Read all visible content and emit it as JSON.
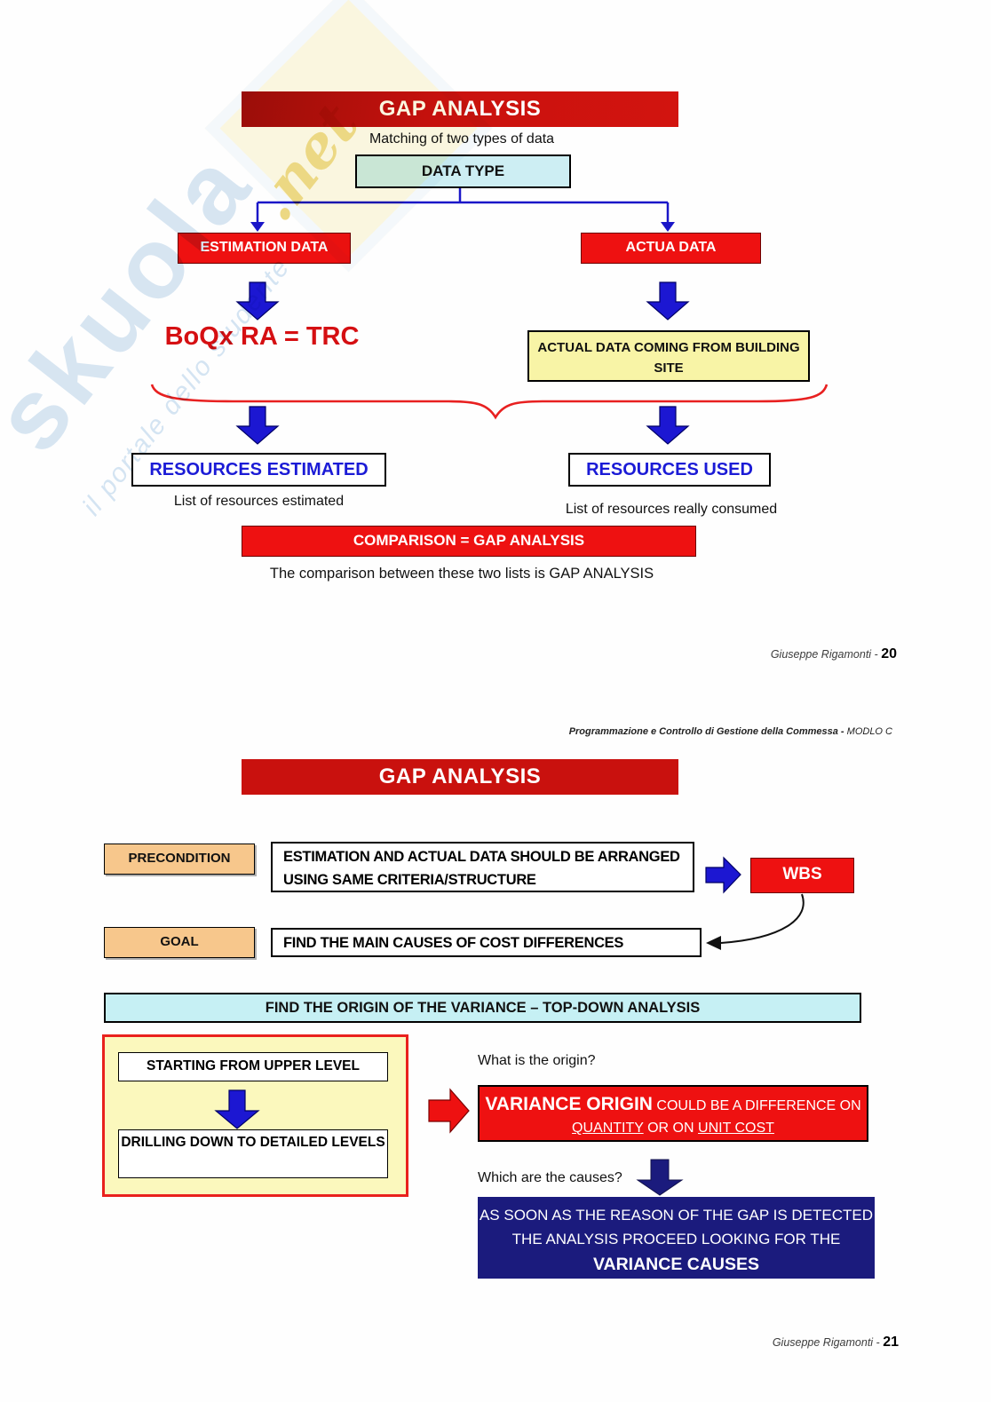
{
  "watermark": {
    "brand": "skuola",
    "tld": ".net",
    "tagline": "il portale dello studente"
  },
  "slide1": {
    "title": "GAP ANALYSIS",
    "subtitle": "Matching of two types of data",
    "data_type_label": "DATA TYPE",
    "estimation_label": "ESTIMATION DATA",
    "actual_label": "ACTUA DATA",
    "formula": "BoQx RA = TRC",
    "actual_source": "ACTUAL DATA COMING FROM BUILDING SITE",
    "resources_estimated": "RESOURCES ESTIMATED",
    "resources_used": "RESOURCES  USED",
    "list_estimated": "List of resources estimated",
    "list_consumed": "List of resources really consumed",
    "comparison": "COMPARISON = GAP ANALYSIS",
    "comparison_note": "The comparison between these two lists is GAP ANALYSIS",
    "footer_author": "Giuseppe Rigamonti -",
    "footer_page": "20"
  },
  "slide2": {
    "course_header": "Programmazione e Controllo di Gestione della Commessa -",
    "course_module": "MODLO C",
    "title": "GAP ANALYSIS",
    "precondition_label": "PRECONDITION",
    "precondition_text": "ESTIMATION AND ACTUAL DATA SHOULD BE ARRANGED USING SAME CRITERIA/STRUCTURE",
    "wbs_label": "WBS",
    "goal_label": "GOAL",
    "goal_text": "FIND THE MAIN CAUSES OF COST DIFFERENCES",
    "origin_banner": "FIND THE ORIGIN OF THE VARIANCE – TOP-DOWN ANALYSIS",
    "starting_label": "STARTING FROM UPPER LEVEL",
    "drilling_label": "DRILLING DOWN TO DETAILED LEVELS",
    "origin_question": "What is the origin?",
    "variance_origin_strong": "VARIANCE ORIGIN",
    "variance_origin_t1": "COULD BE A DIFFERENCE ON",
    "variance_origin_u1": "QUANTITY",
    "variance_origin_t2": "OR ON",
    "variance_origin_u2": "UNIT COST",
    "causes_question": "Which are the causes?",
    "causes_text": "AS SOON AS THE REASON OF THE GAP IS DETECTED THE ANALYSIS PROCEED LOOKING FOR THE",
    "causes_strong": "VARIANCE CAUSES",
    "footer_author": "Giuseppe Rigamonti -",
    "footer_page": "21"
  },
  "colors": {
    "accent_red": "#ee1111",
    "banner_red": "#c9110e",
    "arrow_blue": "#1c17d2",
    "navy": "#1b1b7d",
    "cyan": "#cdeef3",
    "orange": "#f7c78c",
    "yellow": "#f8f4a6"
  }
}
